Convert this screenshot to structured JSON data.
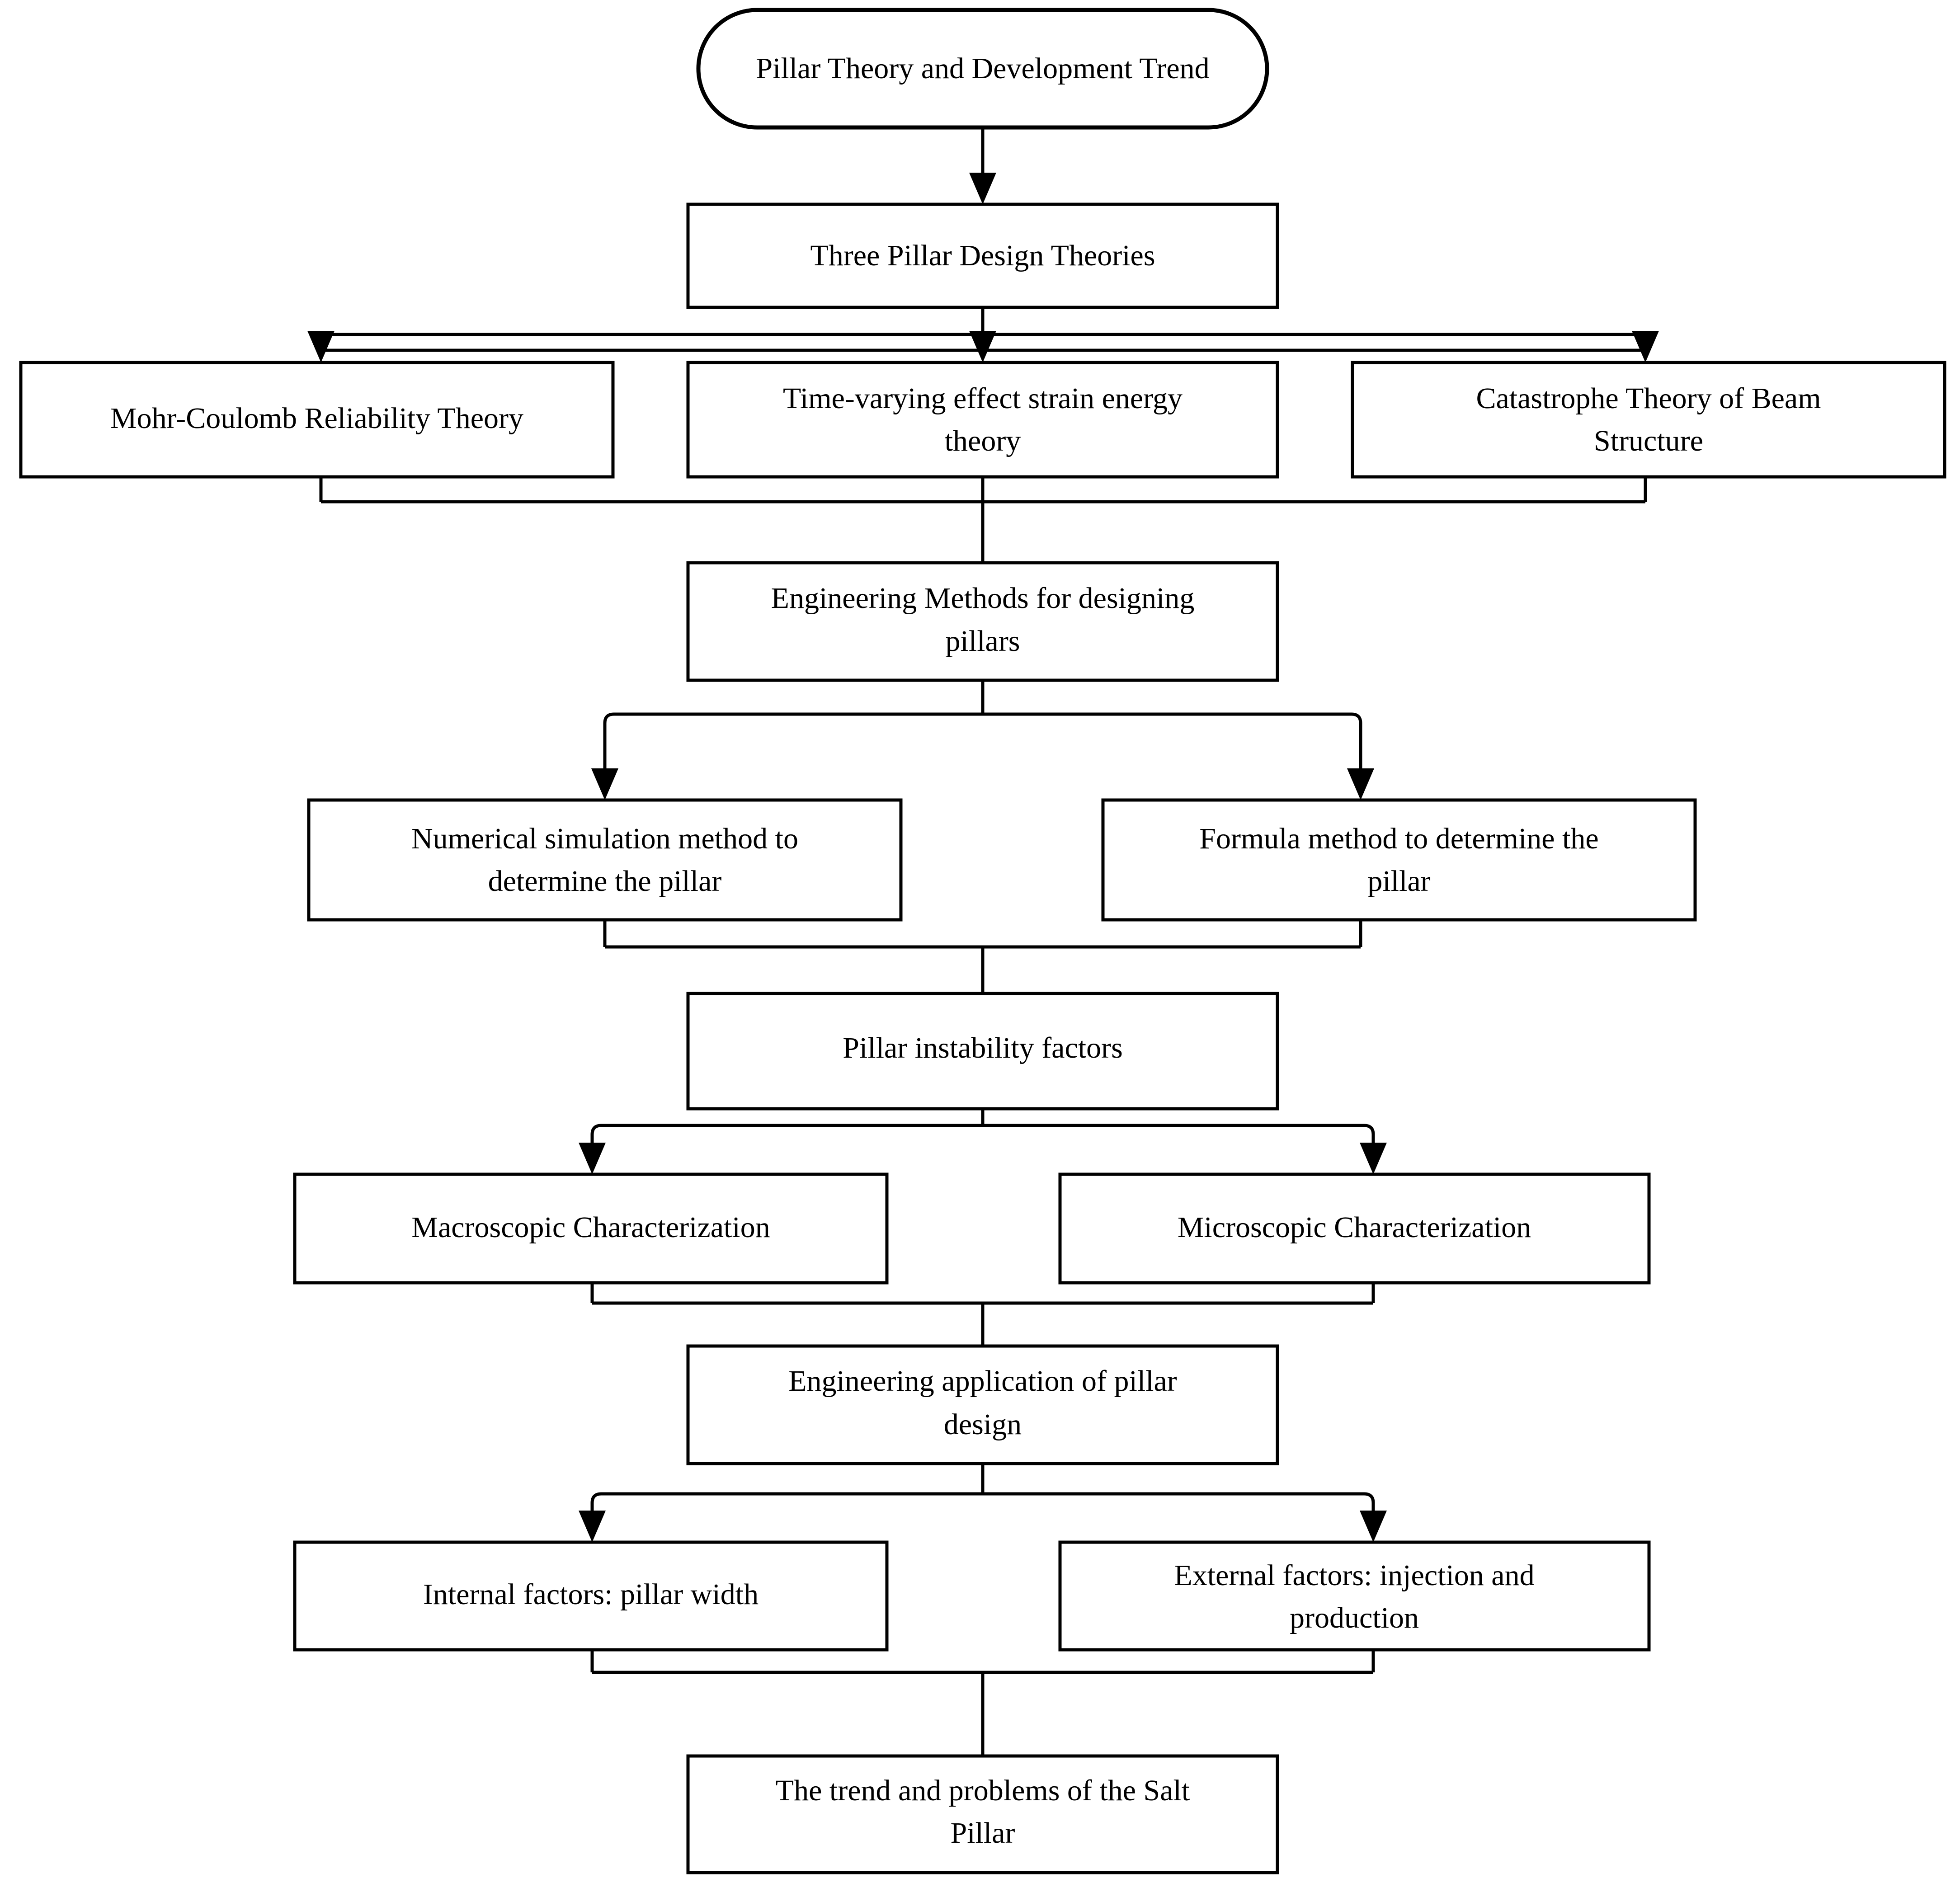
{
  "diagram": {
    "type": "flowchart",
    "title": "Pillar Theory and Development Trend",
    "orientation": "top-to-bottom",
    "background_color": "#ffffff",
    "line_color": "#000000",
    "node_fill": "#ffffff",
    "nodes": {
      "root": {
        "label": "Pillar Theory and Development Trend",
        "shape": "stadium"
      },
      "three_theories": {
        "label": "Three Pillar Design Theories",
        "shape": "rect"
      },
      "mohr": {
        "label": "Mohr-Coulomb Reliability Theory",
        "shape": "rect"
      },
      "time_varying_l1": {
        "label": "Time-varying effect strain energy",
        "shape": "rect"
      },
      "time_varying_l2": {
        "label": "theory"
      },
      "catastrophe_l1": {
        "label": "Catastrophe Theory of Beam",
        "shape": "rect"
      },
      "catastrophe_l2": {
        "label": "Structure"
      },
      "eng_methods_l1": {
        "label": "Engineering Methods for designing",
        "shape": "rect"
      },
      "eng_methods_l2": {
        "label": "pillars"
      },
      "numerical_l1": {
        "label": "Numerical simulation method to",
        "shape": "rect"
      },
      "numerical_l2": {
        "label": "determine the pillar"
      },
      "formula_l1": {
        "label": "Formula method to determine the",
        "shape": "rect"
      },
      "formula_l2": {
        "label": "pillar"
      },
      "instability": {
        "label": "Pillar instability factors",
        "shape": "rect"
      },
      "macroscopic": {
        "label": "Macroscopic Characterization",
        "shape": "rect"
      },
      "microscopic": {
        "label": "Microscopic Characterization",
        "shape": "rect"
      },
      "eng_application_l1": {
        "label": "Engineering application of pillar",
        "shape": "rect"
      },
      "eng_application_l2": {
        "label": "design"
      },
      "internal": {
        "label": "Internal factors: pillar width",
        "shape": "rect"
      },
      "external_l1": {
        "label": "External factors: injection and",
        "shape": "rect"
      },
      "external_l2": {
        "label": "production"
      },
      "final_l1": {
        "label": "The trend and problems of the Salt",
        "shape": "rect"
      },
      "final_l2": {
        "label": "Pillar"
      }
    },
    "edges": [
      {
        "from": "root",
        "to": "three_theories",
        "arrow": true
      },
      {
        "from": "three_theories",
        "to": "mohr",
        "arrow": true
      },
      {
        "from": "three_theories",
        "to": "time_varying_l1",
        "arrow": true
      },
      {
        "from": "three_theories",
        "to": "catastrophe_l1",
        "arrow": true
      },
      {
        "from": "mohr",
        "to": "eng_methods_l1",
        "arrow": false
      },
      {
        "from": "time_varying_l1",
        "to": "eng_methods_l1",
        "arrow": false
      },
      {
        "from": "catastrophe_l1",
        "to": "eng_methods_l1",
        "arrow": false
      },
      {
        "from": "eng_methods_l1",
        "to": "numerical_l1",
        "arrow": true
      },
      {
        "from": "eng_methods_l1",
        "to": "formula_l1",
        "arrow": true
      },
      {
        "from": "numerical_l1",
        "to": "instability",
        "arrow": false
      },
      {
        "from": "formula_l1",
        "to": "instability",
        "arrow": false
      },
      {
        "from": "instability",
        "to": "macroscopic",
        "arrow": true
      },
      {
        "from": "instability",
        "to": "microscopic",
        "arrow": true
      },
      {
        "from": "macroscopic",
        "to": "eng_application_l1",
        "arrow": false
      },
      {
        "from": "microscopic",
        "to": "eng_application_l1",
        "arrow": false
      },
      {
        "from": "eng_application_l1",
        "to": "internal",
        "arrow": true
      },
      {
        "from": "eng_application_l1",
        "to": "external_l1",
        "arrow": true
      },
      {
        "from": "internal",
        "to": "final_l1",
        "arrow": false
      },
      {
        "from": "external_l1",
        "to": "final_l1",
        "arrow": false
      }
    ]
  }
}
